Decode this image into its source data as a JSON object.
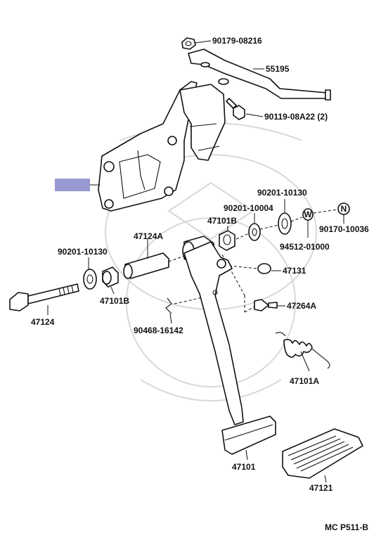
{
  "diagram": {
    "parts": [
      {
        "id": "p1",
        "number": "90179-08216"
      },
      {
        "id": "p2",
        "number": "55195"
      },
      {
        "id": "p3",
        "number": "90119-08A22 (2)"
      },
      {
        "id": "p4",
        "number": "90201-10130"
      },
      {
        "id": "p5",
        "number": "90201-10004"
      },
      {
        "id": "p6",
        "number": "47101B"
      },
      {
        "id": "p7",
        "number": "90170-10036"
      },
      {
        "id": "p8",
        "number": "94512-01000"
      },
      {
        "id": "p9",
        "number": "47124A"
      },
      {
        "id": "p10",
        "number": "90201-10130"
      },
      {
        "id": "p11",
        "number": "47131"
      },
      {
        "id": "p12",
        "number": "47101B"
      },
      {
        "id": "p13",
        "number": "47124"
      },
      {
        "id": "p14",
        "number": "47264A"
      },
      {
        "id": "p15",
        "number": "90468-16142"
      },
      {
        "id": "p16",
        "number": "47101A"
      },
      {
        "id": "p17",
        "number": "47101"
      },
      {
        "id": "p18",
        "number": "47121"
      }
    ],
    "symbols": {
      "washer": "W",
      "nut": "N"
    },
    "reference": "MC P511-B",
    "highlight_color": "#9999d4"
  }
}
